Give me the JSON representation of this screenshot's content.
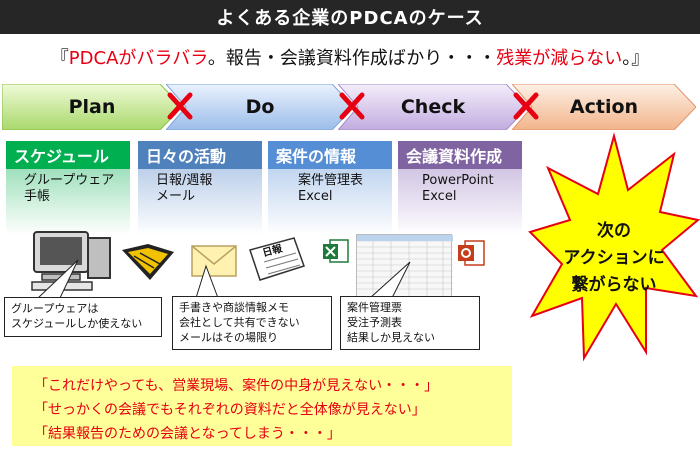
{
  "title": "よくある企業のPDCAのケース",
  "subtitle": {
    "open": "『",
    "red1": "PDCAがバラバラ",
    "black": "。報告・会議資料作成ばかり・・・",
    "red2": "残業が減らない",
    "close": "。』"
  },
  "phases": [
    "Plan",
    "Do",
    "Check",
    "Action"
  ],
  "columns": [
    {
      "head": "スケジュール",
      "line1": "グループウェア",
      "line2": "手帳",
      "color": "#00b050"
    },
    {
      "head": "日々の活動",
      "line1": "日報/週報",
      "line2": "メール",
      "color": "#4f81bd"
    },
    {
      "head": "案件の情報",
      "line1": "案件管理表",
      "line2": "Excel",
      "color": "#558ed5"
    },
    {
      "head": "会議資料作成",
      "line1": "PowerPoint",
      "line2": "Excel",
      "color": "#8064a2"
    }
  ],
  "callouts": [
    {
      "line1": "グループウェアは",
      "line2": "スケジュールしか使えない"
    },
    {
      "line1": "手書きや商談情報メモ",
      "line2": "会社として共有できない",
      "line3": "メールはその場限り"
    },
    {
      "line1": "案件管理票",
      "line2": "受注予測表",
      "line3": "結果しか見えない"
    }
  ],
  "burst": {
    "line1": "次の",
    "line2": "アクションに",
    "line3": "繋がらない"
  },
  "icon_labels": {
    "daily_report": "日報"
  },
  "bottom_lines": [
    "「これだけやっても、営業現場、案件の中身が見えない・・・」",
    "「せっかくの会議でもそれぞれの資料だと全体像が見えない」",
    "「結果報告のための会議となってしまう・・・」"
  ],
  "colors": {
    "title_bg": "#262626",
    "accent_red": "#e60012",
    "burst": "#ffff00",
    "bottom_bg": "#ffff99"
  }
}
